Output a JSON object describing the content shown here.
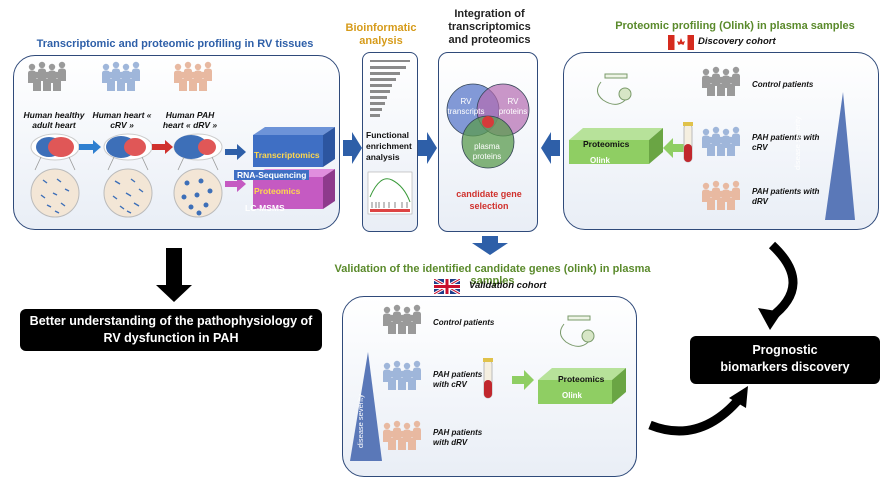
{
  "tissue_panel": {
    "title": "Transcriptomic and proteomic profiling in RV tissues",
    "groups": [
      "Human healthy adult heart",
      "Human heart « cRV »",
      "Human PAH heart « dRV »"
    ],
    "transcriptomics": "Transcriptomics",
    "rna_seq": "RNA-Sequencing",
    "proteomics": "Proteomics",
    "lcmsms": "LC-MSMS"
  },
  "bioinformatic": {
    "title": "Bioinformatic analysis",
    "functional": "Functional enrichment analysis"
  },
  "integration": {
    "title": "Integration of transcriptomics and proteomics",
    "venn": [
      "RV transcripts",
      "RV proteins",
      "plasma proteins"
    ],
    "candidate": "candidate gene selection"
  },
  "discovery": {
    "title": "Proteomic profiling (Olink) in plasma samples",
    "cohort": "Discovery cohort",
    "groups": [
      "Control patients",
      "PAH patients with cRV",
      "PAH patients with dRV"
    ],
    "proteomics": "Proteomics",
    "olink": "Olink",
    "severity": "disease severity"
  },
  "validation": {
    "title": "Validation of the identified candidate genes (olink) in plasma samples",
    "cohort": "Validation cohort",
    "groups": [
      "Control patients",
      "PAH patients with cRV",
      "PAH patients with dRV"
    ],
    "proteomics": "Proteomics",
    "olink": "Olink",
    "severity": "disease severity"
  },
  "outcomes": {
    "understanding": "Better understanding of the pathophysiology of RV dysfunction in PAH",
    "biomarkers": "Prognostic biomarkers discovery"
  },
  "colors": {
    "panel_border": "#2f4a7a",
    "transcriptomics_box": "#3f6fc4",
    "proteomics_box": "#c55ac2",
    "olink_box": "#8fce63",
    "arrow_blue": "#2e5fa8"
  }
}
